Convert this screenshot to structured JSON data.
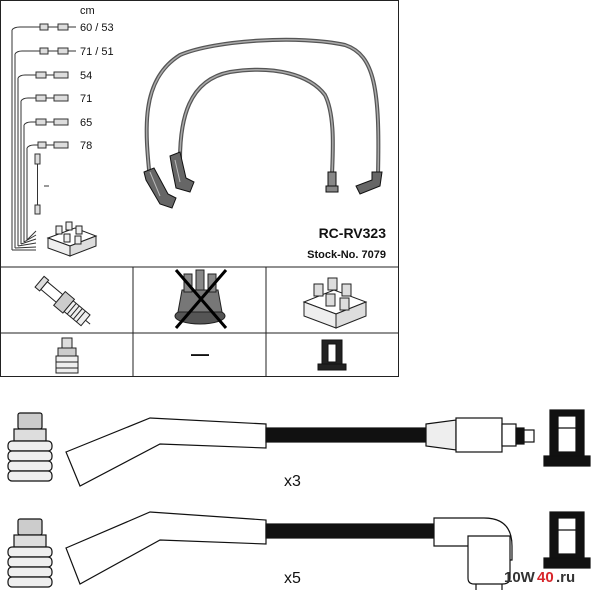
{
  "unit_label": "cm",
  "leads": [
    {
      "length": "60 / 53"
    },
    {
      "length": "71 / 51"
    },
    {
      "length": "54"
    },
    {
      "length": "71"
    },
    {
      "length": "65"
    },
    {
      "length": "78"
    }
  ],
  "part_number": "RC-RV323",
  "stock_number": "Stock-No. 7079",
  "dash_symbol": "—",
  "multipliers": {
    "upper": "x3",
    "lower": "x5"
  },
  "watermark": {
    "part1": "10W",
    "part2": "40",
    "part3": ".ru"
  },
  "colors": {
    "cable_gray": "#777777",
    "cable_black": "#111111",
    "watermark_red": "#d8262b"
  }
}
